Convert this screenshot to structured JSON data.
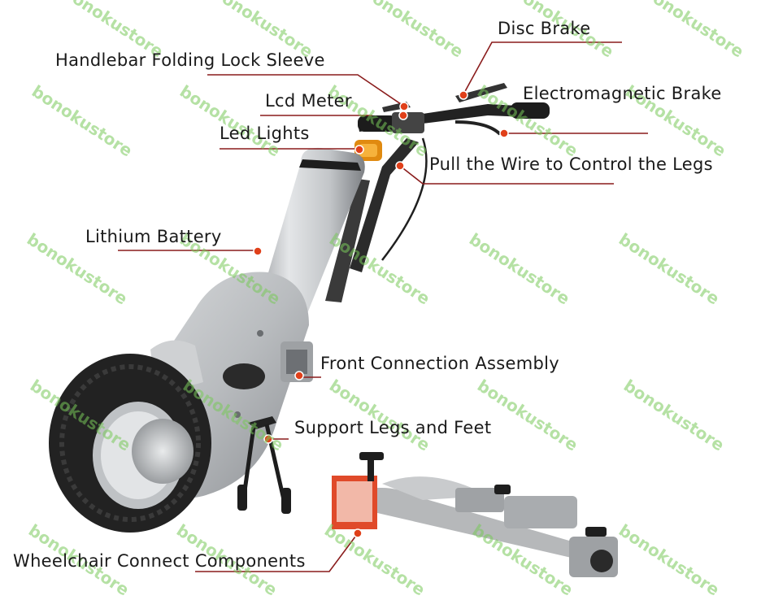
{
  "labels": {
    "disc_brake": "Disc Brake",
    "handlebar_lock": "Handlebar Folding Lock Sleeve",
    "electromagnetic_brake": "Electromagnetic Brake",
    "lcd_meter": "Lcd Meter",
    "led_lights": "Led Lights",
    "pull_wire": "Pull the Wire to Control the Legs",
    "lithium_battery": "Lithium Battery",
    "front_connection": "Front Connection Assembly",
    "support_legs": "Support Legs and Feet",
    "wheelchair_connect": "Wheelchair Connect Components"
  },
  "watermark": "bonokustore",
  "colors": {
    "leader_line": "#8a1c1c",
    "marker_dot": "#e0401a",
    "watermark": "#78c85a",
    "body_silver": "#c4c6c9",
    "tire": "#222222"
  }
}
